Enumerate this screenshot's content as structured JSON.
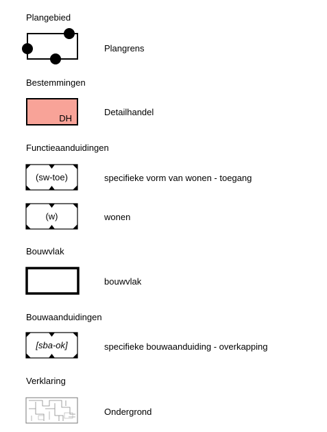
{
  "sections": [
    {
      "heading": "Plangebied",
      "items": [
        {
          "symbol": "plangrens",
          "label": "Plangrens"
        }
      ]
    },
    {
      "heading": "Bestemmingen",
      "items": [
        {
          "symbol": "bestemming",
          "code": "DH",
          "fill": "#f8a398",
          "label": "Detailhandel"
        }
      ]
    },
    {
      "heading": "Functieaanduidingen",
      "items": [
        {
          "symbol": "functieaanduiding",
          "code": "(sw-toe)",
          "label": "specifieke vorm van wonen - toegang"
        },
        {
          "symbol": "functieaanduiding",
          "code": "(w)",
          "label": "wonen"
        }
      ]
    },
    {
      "heading": "Bouwvlak",
      "items": [
        {
          "symbol": "bouwvlak",
          "label": "bouwvlak"
        }
      ]
    },
    {
      "heading": "Bouwaanduidingen",
      "items": [
        {
          "symbol": "bouwaanduiding",
          "code": "[sba-ok]",
          "label": "specifieke bouwaanduiding - overkapping"
        }
      ]
    },
    {
      "heading": "Verklaring",
      "items": [
        {
          "symbol": "ondergrond-icon",
          "label": "Ondergrond"
        }
      ]
    }
  ]
}
